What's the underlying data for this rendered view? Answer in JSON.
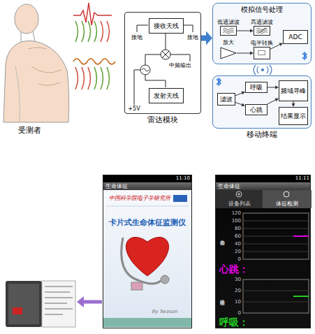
{
  "diagram": {
    "nodes": [
      {
        "text": [
          "雷达模块"
        ]
      },
      {
        "text": [
          "接收天线"
        ],
        "in": 0
      },
      {
        "text": [
          "发射天线"
        ],
        "in": 0
      },
      {
        "text": [
          "模拟信号处理"
        ]
      },
      {
        "text": [
          "低通滤波"
        ],
        "in": 3
      },
      {
        "text": [
          "高通滤波"
        ],
        "in": 3
      },
      {
        "text": [
          "放大"
        ],
        "in": 3
      },
      {
        "text": [
          "电平转换"
        ],
        "in": 3
      },
      {
        "text": [
          "ADC"
        ],
        "in": 3
      },
      {
        "text": [
          "移动终端"
        ]
      },
      {
        "text": [
          "滤波"
        ],
        "in": 9
      },
      {
        "text": [
          "呼吸"
        ],
        "in": 9
      },
      {
        "text": [
          "心跳"
        ],
        "in": 9
      },
      {
        "text": [
          "频域寻峰"
        ],
        "in": 9
      },
      {
        "text": [
          "结果显示"
        ],
        "in": 9
      },
      {
        "text": [
          "生命体征"
        ]
      },
      {
        "text": [
          "生命体征"
        ]
      },
      {
        "text": [
          "设备列表"
        ],
        "in": 16
      },
      {
        "text": [
          "体征检测"
        ],
        "in": 16
      }
    ],
    "edges": [
      {
        "from": 0,
        "to": 3,
        "arrow": "to"
      },
      {
        "from": 4,
        "to": 5,
        "arrow": "to"
      },
      {
        "from": 6,
        "to": 7,
        "arrow": "to"
      },
      {
        "from": 7,
        "to": 8,
        "arrow": "to"
      },
      {
        "from": 10,
        "to": 11,
        "arrow": "to"
      },
      {
        "from": 10,
        "to": 12,
        "arrow": "to"
      },
      {
        "from": 11,
        "to": 13,
        "arrow": "to"
      },
      {
        "from": 12,
        "to": 13,
        "arrow": "to"
      },
      {
        "from": 13,
        "to": 14,
        "arrow": "to"
      }
    ],
    "labels": [
      "受测者",
      "接地",
      "接地",
      "中频输出",
      "+5V",
      "11:10",
      "中国科学院电子学研究所",
      "卡片式生命体征监测仪",
      "By Season",
      "11:11",
      "120",
      "100",
      "80",
      "60",
      "40",
      "20",
      "0",
      "心率走势",
      "心跳：",
      "30",
      "20",
      "10",
      "0",
      "呼吸走势",
      "呼吸："
    ]
  }
}
